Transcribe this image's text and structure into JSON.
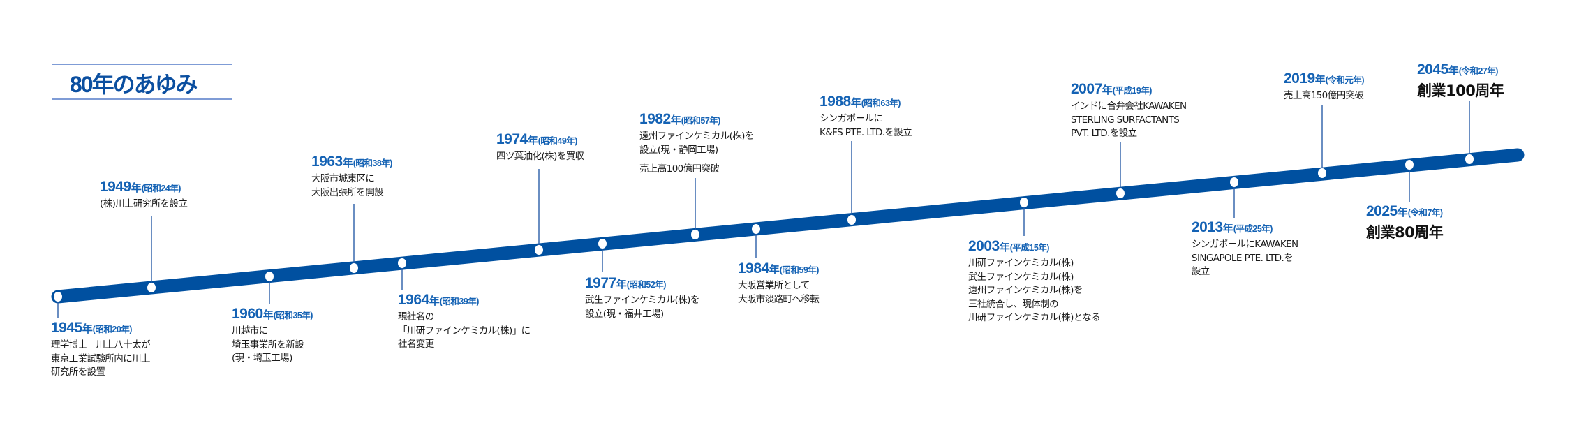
{
  "title": "80年のあゆみ",
  "colors": {
    "bar": "#0050a0",
    "year": "#1462b4",
    "connector": "#2a5da8",
    "title_rule": "#7f9cd6"
  },
  "events": [
    {
      "year": "1945",
      "suffix": "年",
      "era": "(昭和20年)",
      "lines": [
        "理学博士　川上八十太が",
        "東京工業試験所内に川上",
        "研究所を設置"
      ]
    },
    {
      "year": "1949",
      "suffix": "年",
      "era": "(昭和24年)",
      "lines": [
        "(株)川上研究所を設立"
      ]
    },
    {
      "year": "1960",
      "suffix": "年",
      "era": "(昭和35年)",
      "lines": [
        "川越市に",
        "埼玉事業所を新設",
        "(現・埼玉工場)"
      ]
    },
    {
      "year": "1963",
      "suffix": "年",
      "era": "(昭和38年)",
      "lines": [
        "大阪市城東区に",
        "大阪出張所を開設"
      ]
    },
    {
      "year": "1964",
      "suffix": "年",
      "era": "(昭和39年)",
      "lines": [
        "現社名の",
        "「川研ファインケミカル(株)」に",
        "社名変更"
      ]
    },
    {
      "year": "1974",
      "suffix": "年",
      "era": "(昭和49年)",
      "lines": [
        "四ツ葉油化(株)を買収"
      ]
    },
    {
      "year": "1977",
      "suffix": "年",
      "era": "(昭和52年)",
      "lines": [
        "武生ファインケミカル(株)を",
        "設立(現・福井工場)"
      ]
    },
    {
      "year": "1982",
      "suffix": "年",
      "era": "(昭和57年)",
      "lines": [
        "遠州ファインケミカル(株)を",
        "設立(現・静岡工場)"
      ],
      "note2": "売上高100億円突破"
    },
    {
      "year": "1984",
      "suffix": "年",
      "era": "(昭和59年)",
      "lines": [
        "大阪営業所として",
        "大阪市淡路町へ移転"
      ]
    },
    {
      "year": "1988",
      "suffix": "年",
      "era": "(昭和63年)",
      "lines": [
        "シンガポールに",
        "K&FS PTE. LTD.を設立"
      ]
    },
    {
      "year": "2003",
      "suffix": "年",
      "era": "(平成15年)",
      "lines": [
        "川研ファインケミカル(株)",
        "武生ファインケミカル(株)",
        "遠州ファインケミカル(株)を",
        "三社統合し、現体制の",
        "川研ファインケミカル(株)となる"
      ]
    },
    {
      "year": "2007",
      "suffix": "年",
      "era": "(平成19年)",
      "lines": [
        "インドに合弁会社KAWAKEN",
        "STERLING SURFACTANTS",
        "PVT. LTD.を設立"
      ]
    },
    {
      "year": "2013",
      "suffix": "年",
      "era": "(平成25年)",
      "lines": [
        "シンガポールにKAWAKEN",
        "SINGAPOLE  PTE.  LTD.を",
        "設立"
      ]
    },
    {
      "year": "2019",
      "suffix": "年",
      "era": "(令和元年)",
      "lines": [
        "売上高150億円突破"
      ]
    },
    {
      "year": "2025",
      "suffix": "年",
      "era": "(令和7年)",
      "milestone": "創業80周年"
    },
    {
      "year": "2045",
      "suffix": "年",
      "era": "(令和27年)",
      "milestone": "創業100周年"
    }
  ]
}
